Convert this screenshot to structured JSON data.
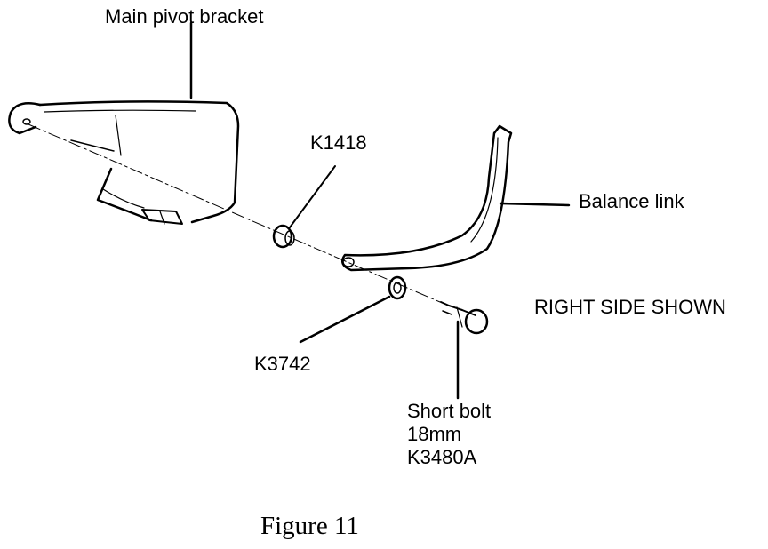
{
  "labels": {
    "main_pivot_bracket": "Main pivot bracket",
    "k1418": "K1418",
    "balance_link": "Balance link",
    "right_side_shown": "RIGHT SIDE SHOWN",
    "k3742": "K3742",
    "short_bolt": [
      "Short bolt",
      "18mm",
      "K3480A"
    ]
  },
  "caption": "Figure 11"
}
